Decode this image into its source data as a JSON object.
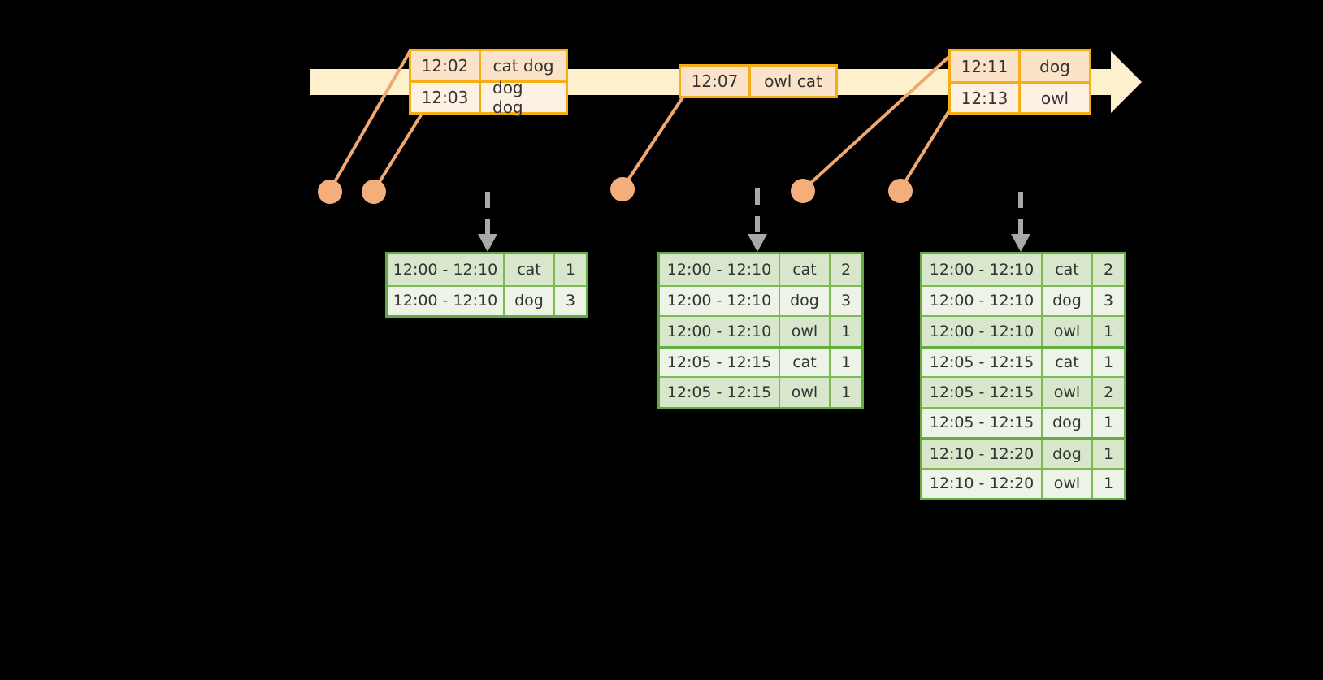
{
  "diagram": {
    "title": "Sliding window word count over an event-time timeline",
    "colors": {
      "background": "#000000",
      "timeline_fill": "#fdf0cd",
      "timeline_border": "#f5ae18",
      "event_box_border": "#f5ae18",
      "event_box_fill_alt": "#fbe3c9",
      "event_box_fill": "#fdf1e3",
      "connector": "#f0a872",
      "dot": "#f4ae7c",
      "result_border": "#63ad3f",
      "result_grid": "#7cbb52",
      "result_fill": "#eef3e8",
      "result_fill_shade": "#d8e6cb",
      "dashed_arrow": "#a9a9a9",
      "text": "#333333"
    },
    "timeline": {
      "name": "event-time-axis",
      "arrow_direction": "right"
    }
  },
  "event_boxes": [
    {
      "id": "event-box-1",
      "rows": [
        {
          "time": "12:02",
          "words": "cat dog"
        },
        {
          "time": "12:03",
          "words": "dog dog"
        }
      ]
    },
    {
      "id": "event-box-2",
      "rows": [
        {
          "time": "12:07",
          "words": "owl cat"
        }
      ]
    },
    {
      "id": "event-box-3",
      "rows": [
        {
          "time": "12:11",
          "words": "dog"
        },
        {
          "time": "12:13",
          "words": "owl"
        }
      ]
    }
  ],
  "result_tables": [
    {
      "id": "result-table-1",
      "rows": [
        {
          "window": "12:00 - 12:10",
          "word": "cat",
          "count": "1"
        },
        {
          "window": "12:00 - 12:10",
          "word": "dog",
          "count": "3"
        }
      ]
    },
    {
      "id": "result-table-2",
      "rows": [
        {
          "window": "12:00 - 12:10",
          "word": "cat",
          "count": "2"
        },
        {
          "window": "12:00 - 12:10",
          "word": "dog",
          "count": "3"
        },
        {
          "window": "12:00 - 12:10",
          "word": "owl",
          "count": "1"
        },
        {
          "window": "12:05 - 12:15",
          "word": "cat",
          "count": "1"
        },
        {
          "window": "12:05 - 12:15",
          "word": "owl",
          "count": "1"
        }
      ]
    },
    {
      "id": "result-table-3",
      "rows": [
        {
          "window": "12:00 - 12:10",
          "word": "cat",
          "count": "2"
        },
        {
          "window": "12:00 - 12:10",
          "word": "dog",
          "count": "3"
        },
        {
          "window": "12:00 - 12:10",
          "word": "owl",
          "count": "1"
        },
        {
          "window": "12:05 - 12:15",
          "word": "cat",
          "count": "1"
        },
        {
          "window": "12:05 - 12:15",
          "word": "owl",
          "count": "2"
        },
        {
          "window": "12:05 - 12:15",
          "word": "dog",
          "count": "1"
        },
        {
          "window": "12:10 - 12:20",
          "word": "dog",
          "count": "1"
        },
        {
          "window": "12:10 - 12:20",
          "word": "owl",
          "count": "1"
        }
      ]
    }
  ],
  "event_dots": [
    {
      "id": "event-dot-1",
      "label": "12:02"
    },
    {
      "id": "event-dot-2",
      "label": "12:03"
    },
    {
      "id": "event-dot-3",
      "label": "12:07"
    },
    {
      "id": "event-dot-4",
      "label": "12:11"
    },
    {
      "id": "event-dot-5",
      "label": "12:13"
    }
  ]
}
